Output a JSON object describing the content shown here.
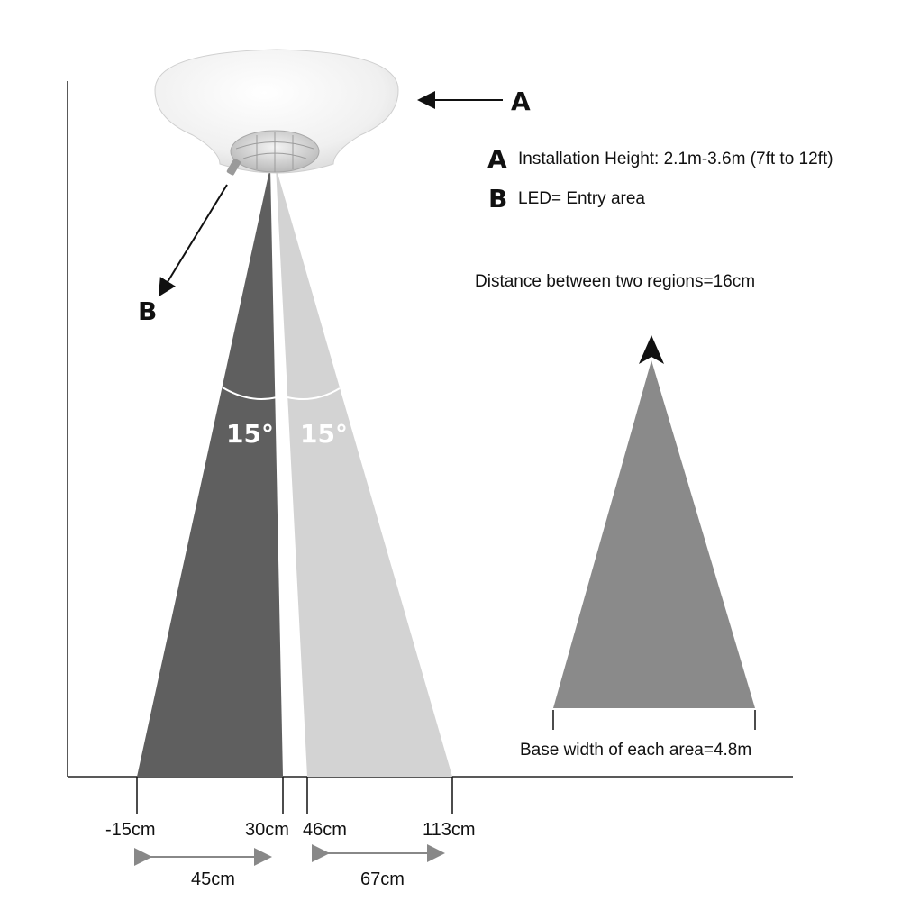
{
  "legend": {
    "a_letter": "A",
    "a_text": "Installation Height: 2.1m-3.6m (7ft to 12ft)",
    "b_letter": "B",
    "b_text": "LED= Entry area"
  },
  "callouts": {
    "a": "A",
    "b": "B"
  },
  "distance_note": "Distance between two regions=16cm",
  "base_width_note": "Base width of each area=4.8m",
  "angles": {
    "left": "15°",
    "right": "15°"
  },
  "ticks": {
    "t1": "-15cm",
    "t2": "30cm",
    "t3": "46cm",
    "t4": "113cm"
  },
  "spans": {
    "left": "45cm",
    "right": "67cm"
  },
  "colors": {
    "left_beam": "#5f5f5f",
    "right_beam": "#d3d3d3",
    "area_triangle": "#8a8a8a",
    "sensor_body": "#f1f1f1"
  }
}
